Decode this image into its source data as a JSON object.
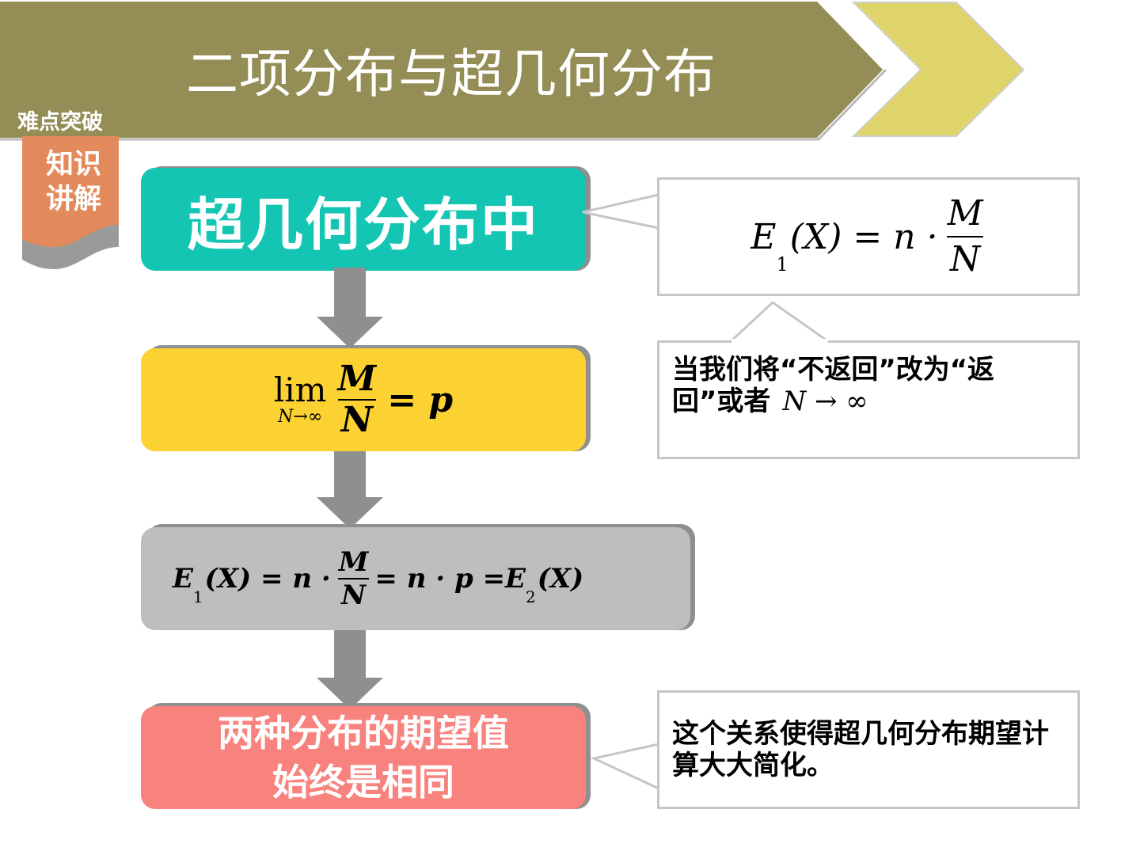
{
  "header": {
    "title": "二项分布与超几何分布",
    "subtitle": "难点突破",
    "tag": "知识讲解"
  },
  "flow": {
    "step1_label": "超几何分布中",
    "step2_formula": {
      "lim": "lim",
      "lim_sub": "N→∞",
      "num": "M",
      "den": "N",
      "rhs": "= p"
    },
    "step3_formula": {
      "lhs": "E",
      "lhs_sub": "1",
      "lhs_arg": "(X) = n ·",
      "num": "M",
      "den": "N",
      "mid": "= n · p =E",
      "rhs_sub": "2",
      "rhs_arg": "(X)"
    },
    "step4_label": "两种分布的期望值始终是相同"
  },
  "callouts": {
    "expectation_formula": {
      "lhs": "E",
      "lhs_sub": "1",
      "lhs_arg": "(X) = n ·",
      "num": "M",
      "den": "N"
    },
    "condition_text": "当我们将“不返回”改为“返回”或者",
    "condition_formula": "N → ∞",
    "conclusion_text": "这个关系使得超几何分布期望计算大大简化。"
  },
  "colors": {
    "banner": "#948d55",
    "chevron": "#dfd46a",
    "tag": "#e38a5d",
    "step1": "#14c5b3",
    "step2": "#fcd232",
    "step3": "#bebebe",
    "step4": "#f8827e",
    "arrow": "#8f8f8f"
  }
}
